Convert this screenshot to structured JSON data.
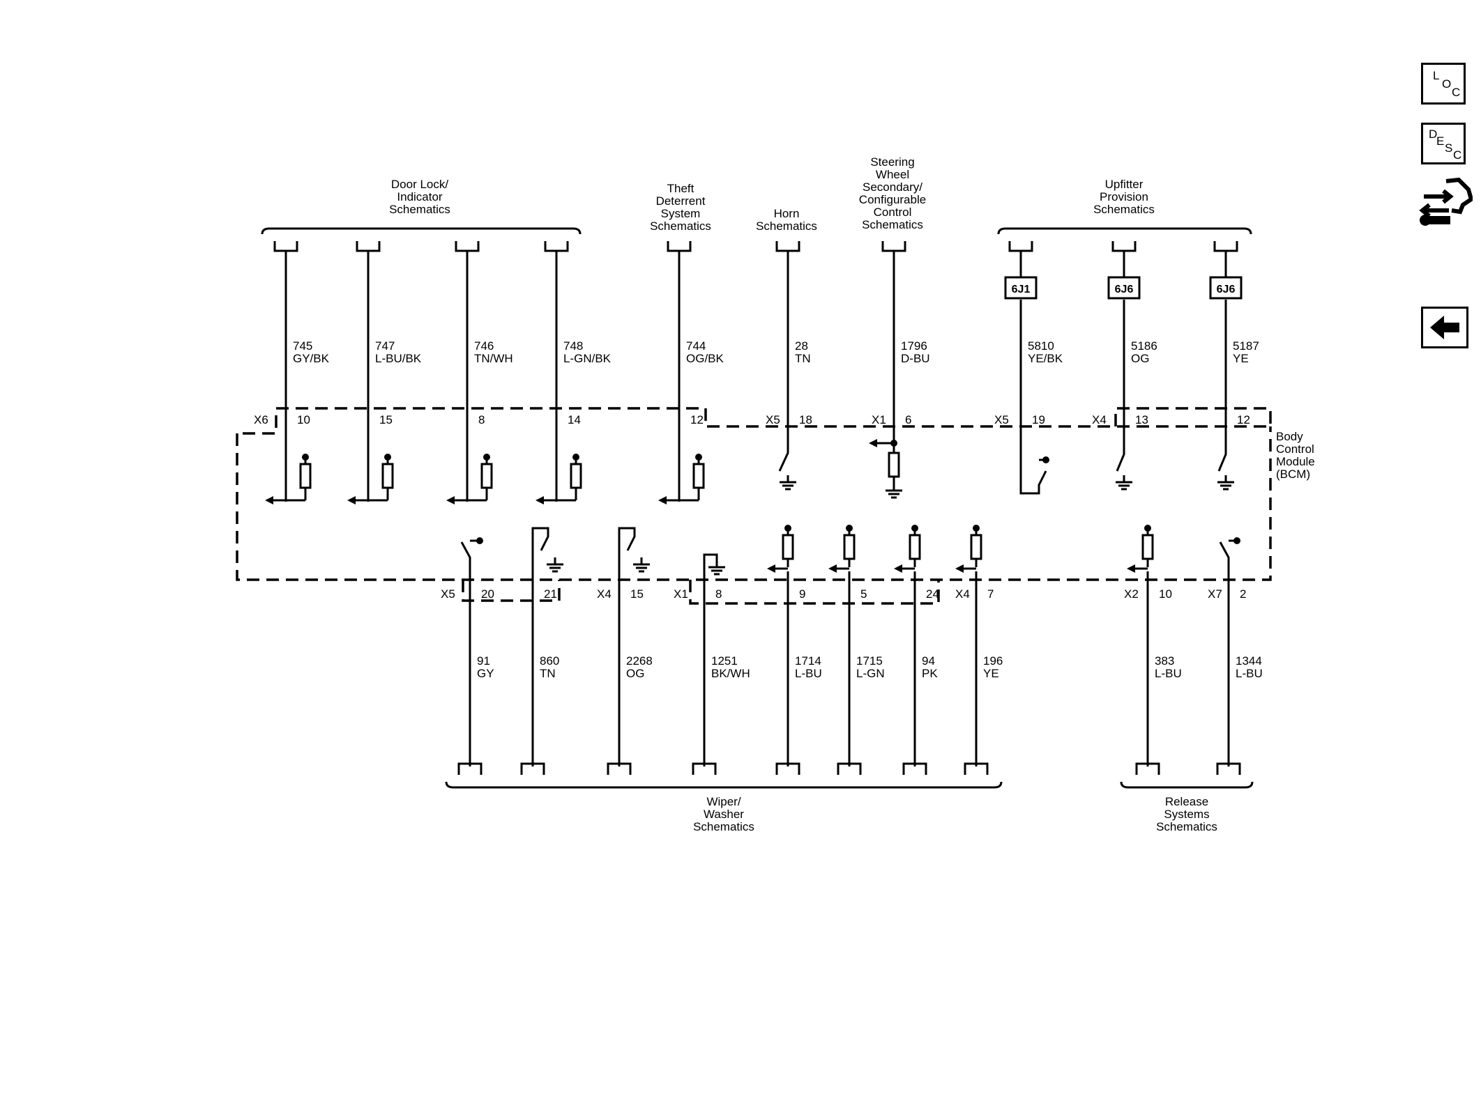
{
  "nav": {
    "loc": [
      "L",
      "O",
      "C"
    ],
    "desc": [
      "D",
      "E",
      "S",
      "C"
    ],
    "icon_network": "network-wrench-icon",
    "icon_back": "back-arrow-icon"
  },
  "headers": {
    "door_lock": [
      "Door Lock/",
      "Indicator",
      "Schematics"
    ],
    "theft": [
      "Theft",
      "Deterrent",
      "System",
      "Schematics"
    ],
    "horn": [
      "Horn",
      "Schematics"
    ],
    "steering": [
      "Steering",
      "Wheel",
      "Secondary/",
      "Configurable",
      "Control",
      "Schematics"
    ],
    "upfitter": [
      "Upfitter",
      "Provision",
      "Schematics"
    ],
    "wiper": [
      "Wiper/",
      "Washer",
      "Schematics"
    ],
    "release": [
      "Release",
      "Systems",
      "Schematics"
    ],
    "bcm": [
      "Body",
      "Control",
      "Module",
      "(BCM)"
    ]
  },
  "fuses": [
    "6J1",
    "6J6",
    "6J6"
  ],
  "top_wires": [
    {
      "circuit": "745",
      "color": "GY/BK",
      "pin": "10"
    },
    {
      "circuit": "747",
      "color": "L-BU/BK",
      "pin": "15"
    },
    {
      "circuit": "746",
      "color": "TN/WH",
      "pin": "8"
    },
    {
      "circuit": "748",
      "color": "L-GN/BK",
      "pin": "14"
    },
    {
      "circuit": "744",
      "color": "OG/BK",
      "pin": "12"
    },
    {
      "circuit": "28",
      "color": "TN",
      "pin": "18"
    },
    {
      "circuit": "1796",
      "color": "D-BU",
      "pin": "6"
    },
    {
      "circuit": "5810",
      "color": "YE/BK",
      "pin": "19"
    },
    {
      "circuit": "5186",
      "color": "OG",
      "pin": "13"
    },
    {
      "circuit": "5187",
      "color": "YE",
      "pin": "12"
    }
  ],
  "top_connectors": [
    "X6",
    "X5",
    "X1",
    "X5",
    "X4"
  ],
  "bottom_wires": [
    {
      "circuit": "91",
      "color": "GY",
      "pin": "20"
    },
    {
      "circuit": "860",
      "color": "TN",
      "pin": "21"
    },
    {
      "circuit": "2268",
      "color": "OG",
      "pin": "15"
    },
    {
      "circuit": "1251",
      "color": "BK/WH",
      "pin": "8"
    },
    {
      "circuit": "1714",
      "color": "L-BU",
      "pin": "9"
    },
    {
      "circuit": "1715",
      "color": "L-GN",
      "pin": "5"
    },
    {
      "circuit": "94",
      "color": "PK",
      "pin": "24"
    },
    {
      "circuit": "196",
      "color": "YE",
      "pin": "7"
    },
    {
      "circuit": "383",
      "color": "L-BU",
      "pin": "10"
    },
    {
      "circuit": "1344",
      "color": "L-BU",
      "pin": "2"
    }
  ],
  "bottom_connectors": [
    "X5",
    "X4",
    "X1",
    "X4",
    "X2",
    "X7"
  ]
}
